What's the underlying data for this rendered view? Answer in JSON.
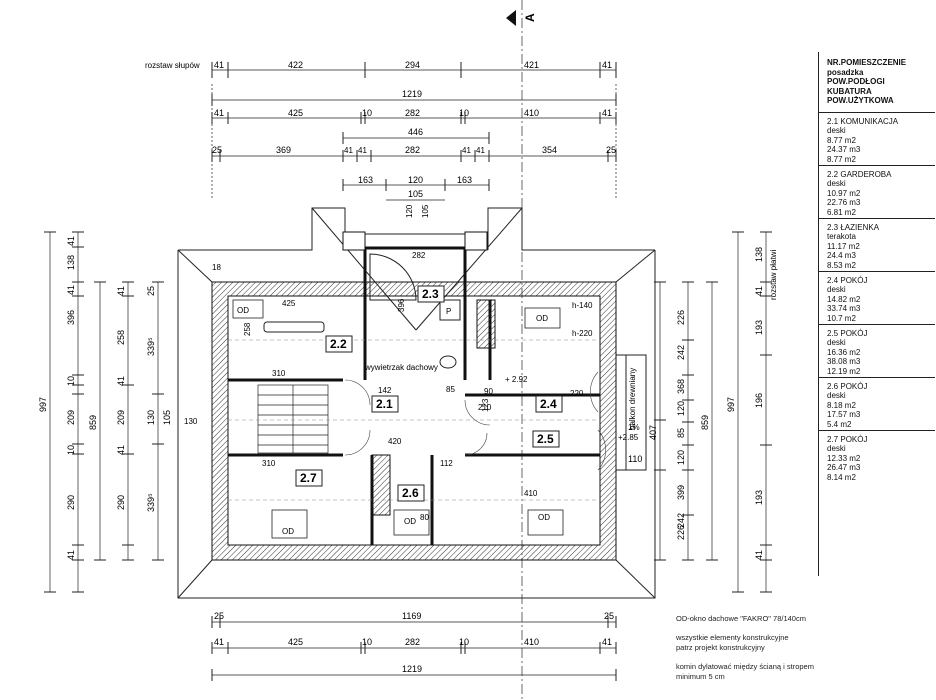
{
  "north_marker": "A",
  "top_dims": {
    "row1_label": "rozstaw słupów",
    "row1": [
      "41",
      "422",
      "294",
      "421",
      "41"
    ],
    "row2": "1219",
    "row3": [
      "41",
      "425",
      "10",
      "282",
      "10",
      "410",
      "41"
    ],
    "row4": "446",
    "row5": [
      "25",
      "369",
      "41",
      "41",
      "282",
      "41",
      "41",
      "354",
      "25"
    ],
    "row6": [
      "163",
      "120",
      "163"
    ],
    "row7": "105"
  },
  "bottom_dims": {
    "row1": [
      "25",
      "1169",
      "25"
    ],
    "row2": [
      "41",
      "425",
      "10",
      "282",
      "10",
      "410",
      "41"
    ],
    "row3": "1219"
  },
  "left_dims": {
    "total": "997",
    "inner_total": "859",
    "col1": [
      "41",
      "138",
      "396",
      "41",
      "10",
      "209",
      "10",
      "290",
      "41"
    ],
    "col2": [
      "41",
      "258",
      "41",
      "209",
      "41",
      "290"
    ],
    "col3": [
      "25",
      "339⁵",
      "130",
      "105",
      "339⁵"
    ]
  },
  "right_dims": {
    "total": "997",
    "inner_total": "859",
    "label": "rozstaw płatwi",
    "col1": [
      "138",
      "41",
      "193",
      "196",
      "193",
      "41"
    ],
    "col2": [
      "226",
      "242",
      "368",
      "120",
      "85",
      "120",
      "399",
      "242",
      "226"
    ],
    "col3": [
      "407",
      "110"
    ]
  },
  "rooms": [
    {
      "num": "2.1",
      "name": "KOMUNIKACJA",
      "floor": "deski",
      "area": "8.77 m2",
      "volume": "24.37 m3",
      "usable": "8.77 m2"
    },
    {
      "num": "2.2",
      "name": "GARDEROBA",
      "floor": "deski",
      "area": "10.97 m2",
      "volume": "22.76 m3",
      "usable": "6.81 m2"
    },
    {
      "num": "2.3",
      "name": "ŁAZIENKA",
      "floor": "terakota",
      "area": "11.17 m2",
      "volume": "24.4 m3",
      "usable": "8.53 m2"
    },
    {
      "num": "2.4",
      "name": "POKÓJ",
      "floor": "deski",
      "area": "14.82 m2",
      "volume": "33.74 m3",
      "usable": "10.7 m2"
    },
    {
      "num": "2.5",
      "name": "POKÓJ",
      "floor": "deski",
      "area": "16.36 m2",
      "volume": "38.08 m3",
      "usable": "12.19 m2"
    },
    {
      "num": "2.6",
      "name": "POKÓJ",
      "floor": "deski",
      "area": "8.18 m2",
      "volume": "17.57 m3",
      "usable": "5.4 m2"
    },
    {
      "num": "2.7",
      "name": "POKÓJ",
      "floor": "deski",
      "area": "12.33 m2",
      "volume": "26.47 m3",
      "usable": "8.14 m2"
    }
  ],
  "legend_header": [
    "NR.POMIESZCZENIE",
    "posadzka",
    "POW.PODŁOGI",
    "KUBATURA",
    "POW.UŻYTKOWA"
  ],
  "plan_labels": {
    "wentylator": "wywietrzak dachowy",
    "balkon": "balkon drewniany",
    "od": "OD",
    "p": "P",
    "level1": "+ 2.92",
    "level2": "+2.85",
    "slope": "1%",
    "h140": "h-140",
    "h220": "h-220"
  },
  "notes": [
    "OD-okno dachowe \"FAKRO\" 78/140cm",
    "wszystkie elementy konstrukcyjne",
    "patrz projekt konstrukcyjny",
    "komin dylatować między ścianą i stropem",
    "minimum 5 cm"
  ],
  "interior_dims": [
    "425",
    "258",
    "310",
    "142",
    "420",
    "310",
    "112",
    "410",
    "282",
    "396",
    "85",
    "123",
    "120",
    "105",
    "130",
    "90",
    "210",
    "220",
    "80",
    "18"
  ]
}
